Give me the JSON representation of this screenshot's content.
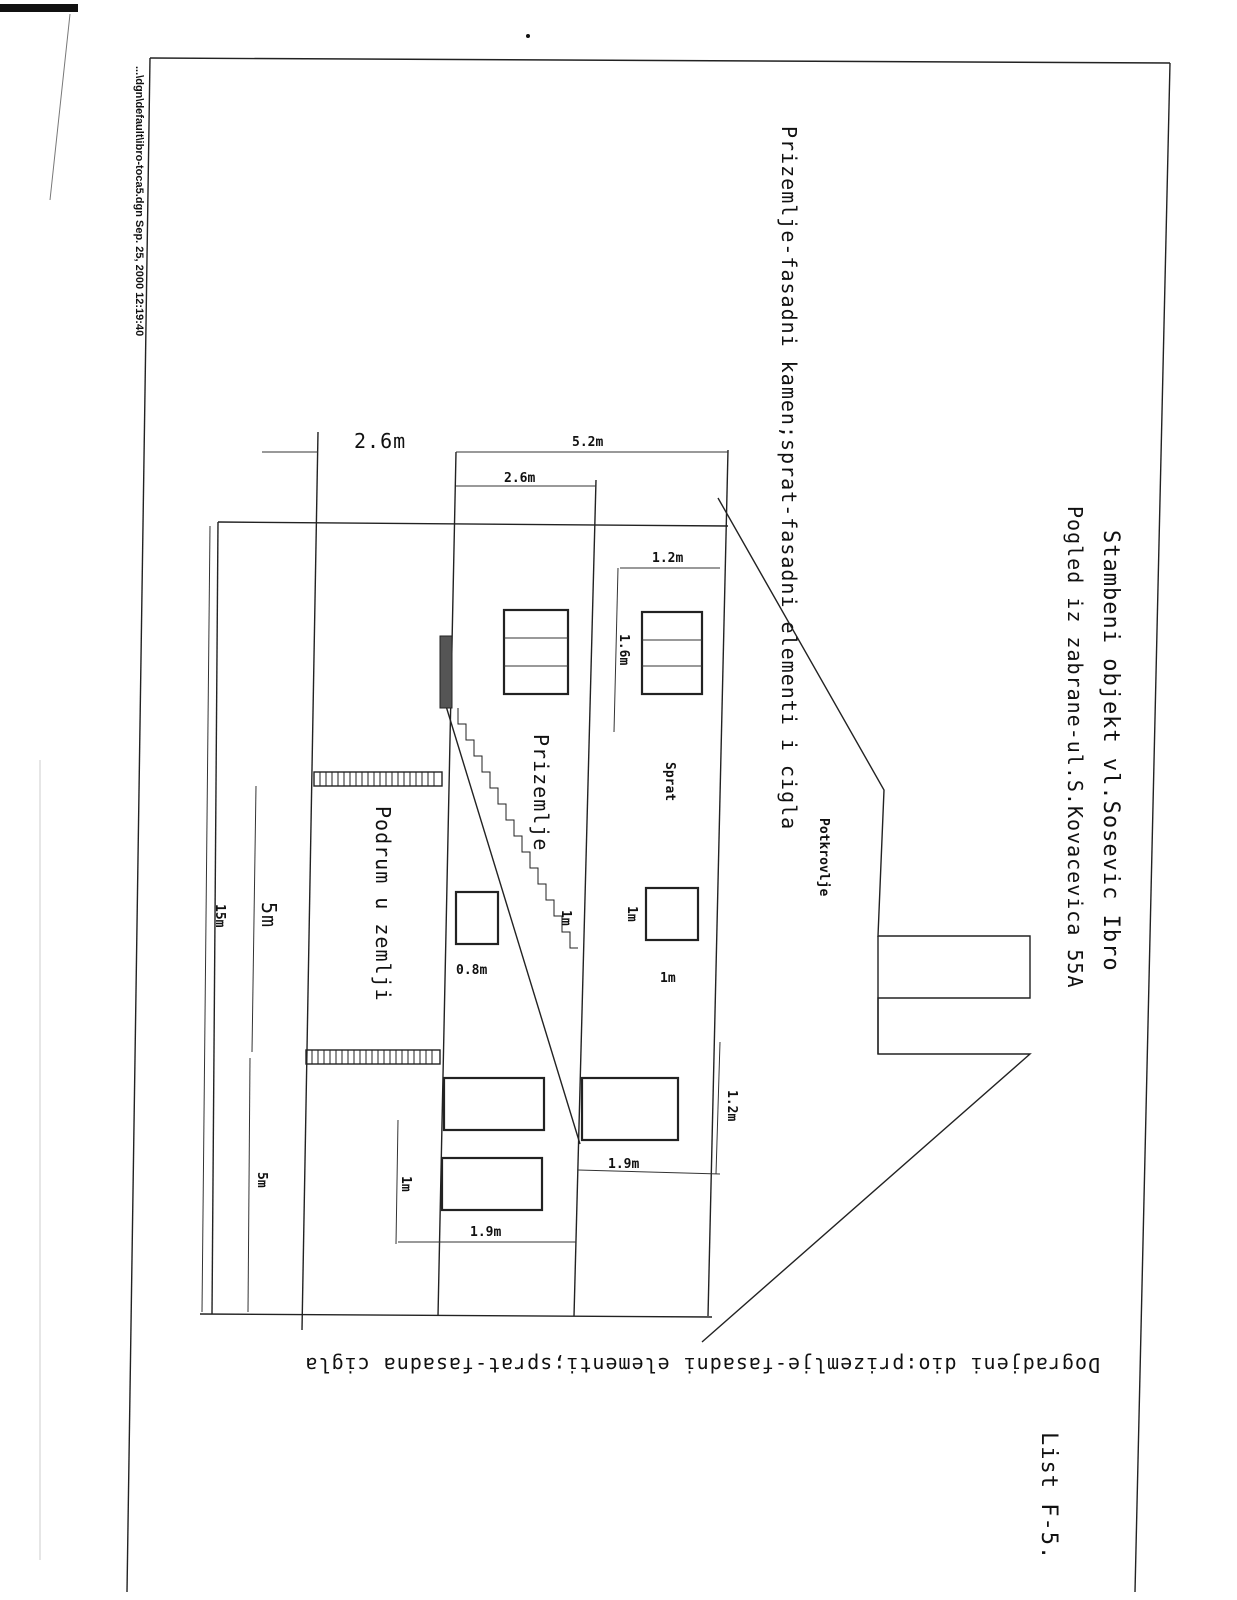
{
  "footer_path": "...\\dgn\\default\\ibro-toca5.dgn Sep. 25, 2000 12:19:40",
  "title": {
    "line1": "Stambeni objekt vl.Sosevic Ibro",
    "line2": "Pogled iz zabrane-ul.S.Kovacevica 55A"
  },
  "note_ground_floor": "Prizemlje-fasadni kamen;sprat-fasadni elementi i cigla",
  "note_extension": "Dogradjeni dio:prizemlje-fasadni elementi;sprat-fasadna cigla",
  "sheet_id": "List F-5.",
  "floors": {
    "attic": "Potkrovlje",
    "upper": "Sprat",
    "ground": "Prizemlje",
    "basement": "Podrum u zemlji"
  },
  "dimensions": {
    "offset_left": "2.6m",
    "upper_width": "5.2m",
    "ground_width": "2.6m",
    "window_width_top": "1.2m",
    "window_height_top": "1.6m",
    "window_small_h1": "1m",
    "window_small_w1": "1m",
    "window_small_h2": "1m",
    "window_small_w2": "0.8m",
    "basement_section": "5m",
    "total_length": "15m",
    "extension_section": "5m",
    "win_ext_upper_h": "1.2m",
    "win_ext_upper_w": "1.9m",
    "win_ext_lower_h": "1m",
    "win_ext_lower_w": "1.9m"
  }
}
